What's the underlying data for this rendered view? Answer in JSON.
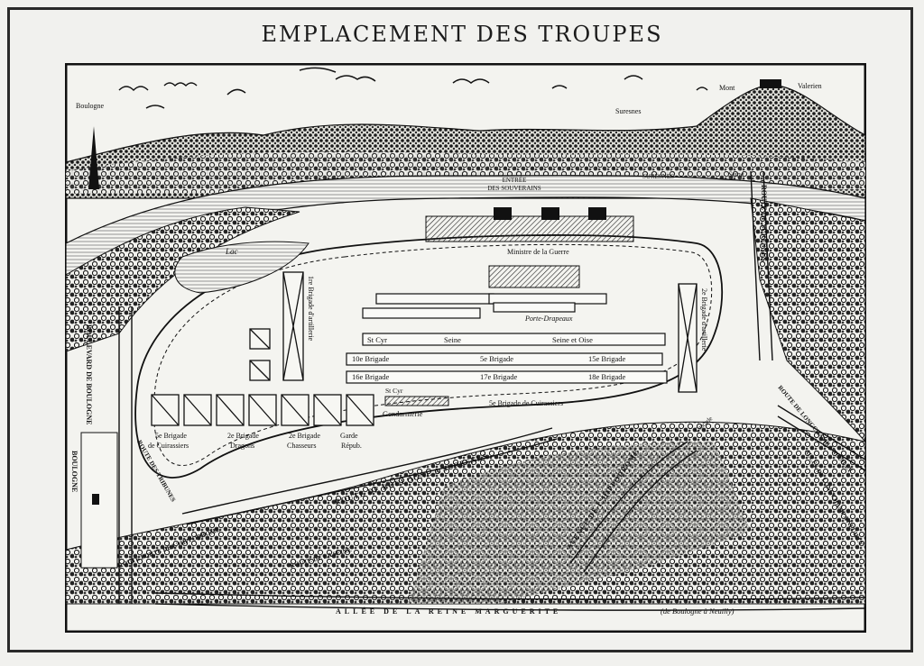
{
  "title": "EMPLACEMENT DES TROUPES",
  "labels": {
    "boulogne_top": "Boulogne",
    "suresnes_top": "Suresnes",
    "mont": "Mont",
    "valerien": "Valerien",
    "seine_river": "Seine",
    "entree_souverains": "ENTRÉE\nDES SOUVERAINS",
    "suresnes_road": "SURESNES",
    "lac": "Lac",
    "ministre_guerre": "Ministre de la Guerre",
    "porte_drapeaux": "Porte-Drapeaux",
    "brigade_artillerie_left": "1re Brigade d'artillerie",
    "brigade_artillerie_right": "2e Brigade d'artillerie",
    "route_suresnes_right": "ROUTE DE SURESNES",
    "st_cyr": "St Cyr",
    "seine_block": "Seine",
    "seine_et_oise": "Seine et Oise",
    "brigade_10": "10e Brigade",
    "brigade_5": "5e Brigade",
    "brigade_15": "15e Brigade",
    "brigade_16": "16e Brigade",
    "brigade_17": "17e Brigade",
    "brigade_18": "18e Brigade",
    "st_cyr_small": "St Cyr",
    "brigade_cuirassiers_line": "5e Brigade de Cuirassiers",
    "gendarmerie": "Gendarmerie",
    "cav_5_brigade": "5e Brigade",
    "cav_cuirassiers": "de Cuirassiers",
    "cav_2_brigade": "2e Brigade",
    "cav_dragons": "Dragons",
    "cav_2_brigade_b": "2e Brigade",
    "cav_chasseurs": "Chasseurs",
    "cav_garde": "Garde",
    "cav_repub": "Répub.",
    "route_boulogne_suresnes": "ROUTE DE BOULOGNE A SURESNES",
    "avenue_hippodrome": "AVENUE DE L'HIPPODROME",
    "boulevard_boulogne": "BOULEVARD DE BOULOGNE",
    "boulogne_side": "BOULOGNE",
    "route_tribunes": "ROUTE DES TRIBUNES",
    "route_porte_hippodrome": "ROUTE PORTE DE L'HIPPODROME",
    "allee_reine": "ALLÉE DE LA REINE MARGUERITE",
    "de_boulogne_neuilly": "(de Boulogne à Neuilly)",
    "route_longchamp": "ROUTE DE LONGCHAMP A NEUILLY",
    "allee_longchamp": "ALLÉE DE LONGCHAMP A NEUILLY",
    "cascade": "Cascade",
    "route_seine": "ROUTE DE LA SEINE"
  }
}
